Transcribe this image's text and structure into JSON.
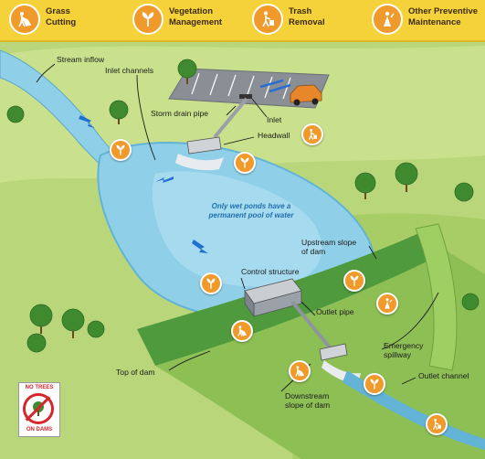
{
  "legend": [
    {
      "icon": "grass-cutting-icon",
      "label": "Grass\nCutting"
    },
    {
      "icon": "vegetation-management-icon",
      "label": "Vegetation\nManagement"
    },
    {
      "icon": "trash-removal-icon",
      "label": "Trash\nRemoval"
    },
    {
      "icon": "other-maintenance-icon",
      "label": "Other Preventive\nMaintenance"
    }
  ],
  "labels": {
    "stream_inflow": "Stream inflow",
    "inlet_channels": "Inlet channels",
    "storm_drain_pipe": "Storm drain pipe",
    "inlet": "Inlet",
    "headwall": "Headwall",
    "wet_pond_note": "Only wet ponds have a\npermanent pool of water",
    "upstream_slope": "Upstream slope\nof dam",
    "control_structure": "Control structure",
    "outlet_pipe": "Outlet pipe",
    "emergency_spillway": "Emergency\nspillway",
    "top_of_dam": "Top of dam",
    "downstream_slope": "Downstream\nslope of dam",
    "outlet_channel": "Outlet channel"
  },
  "no_trees_sign": {
    "line1": "NO TREES",
    "line2": "ON DAMS"
  },
  "colors": {
    "ground": "#b9d67a",
    "water": "#8fd0e8",
    "water_dark": "#62b3d6",
    "dam": "#4f9a3c",
    "legend_bar": "#f6d23a",
    "badge": "#f19a2c",
    "flow_arrow": "#1f6fd0"
  }
}
